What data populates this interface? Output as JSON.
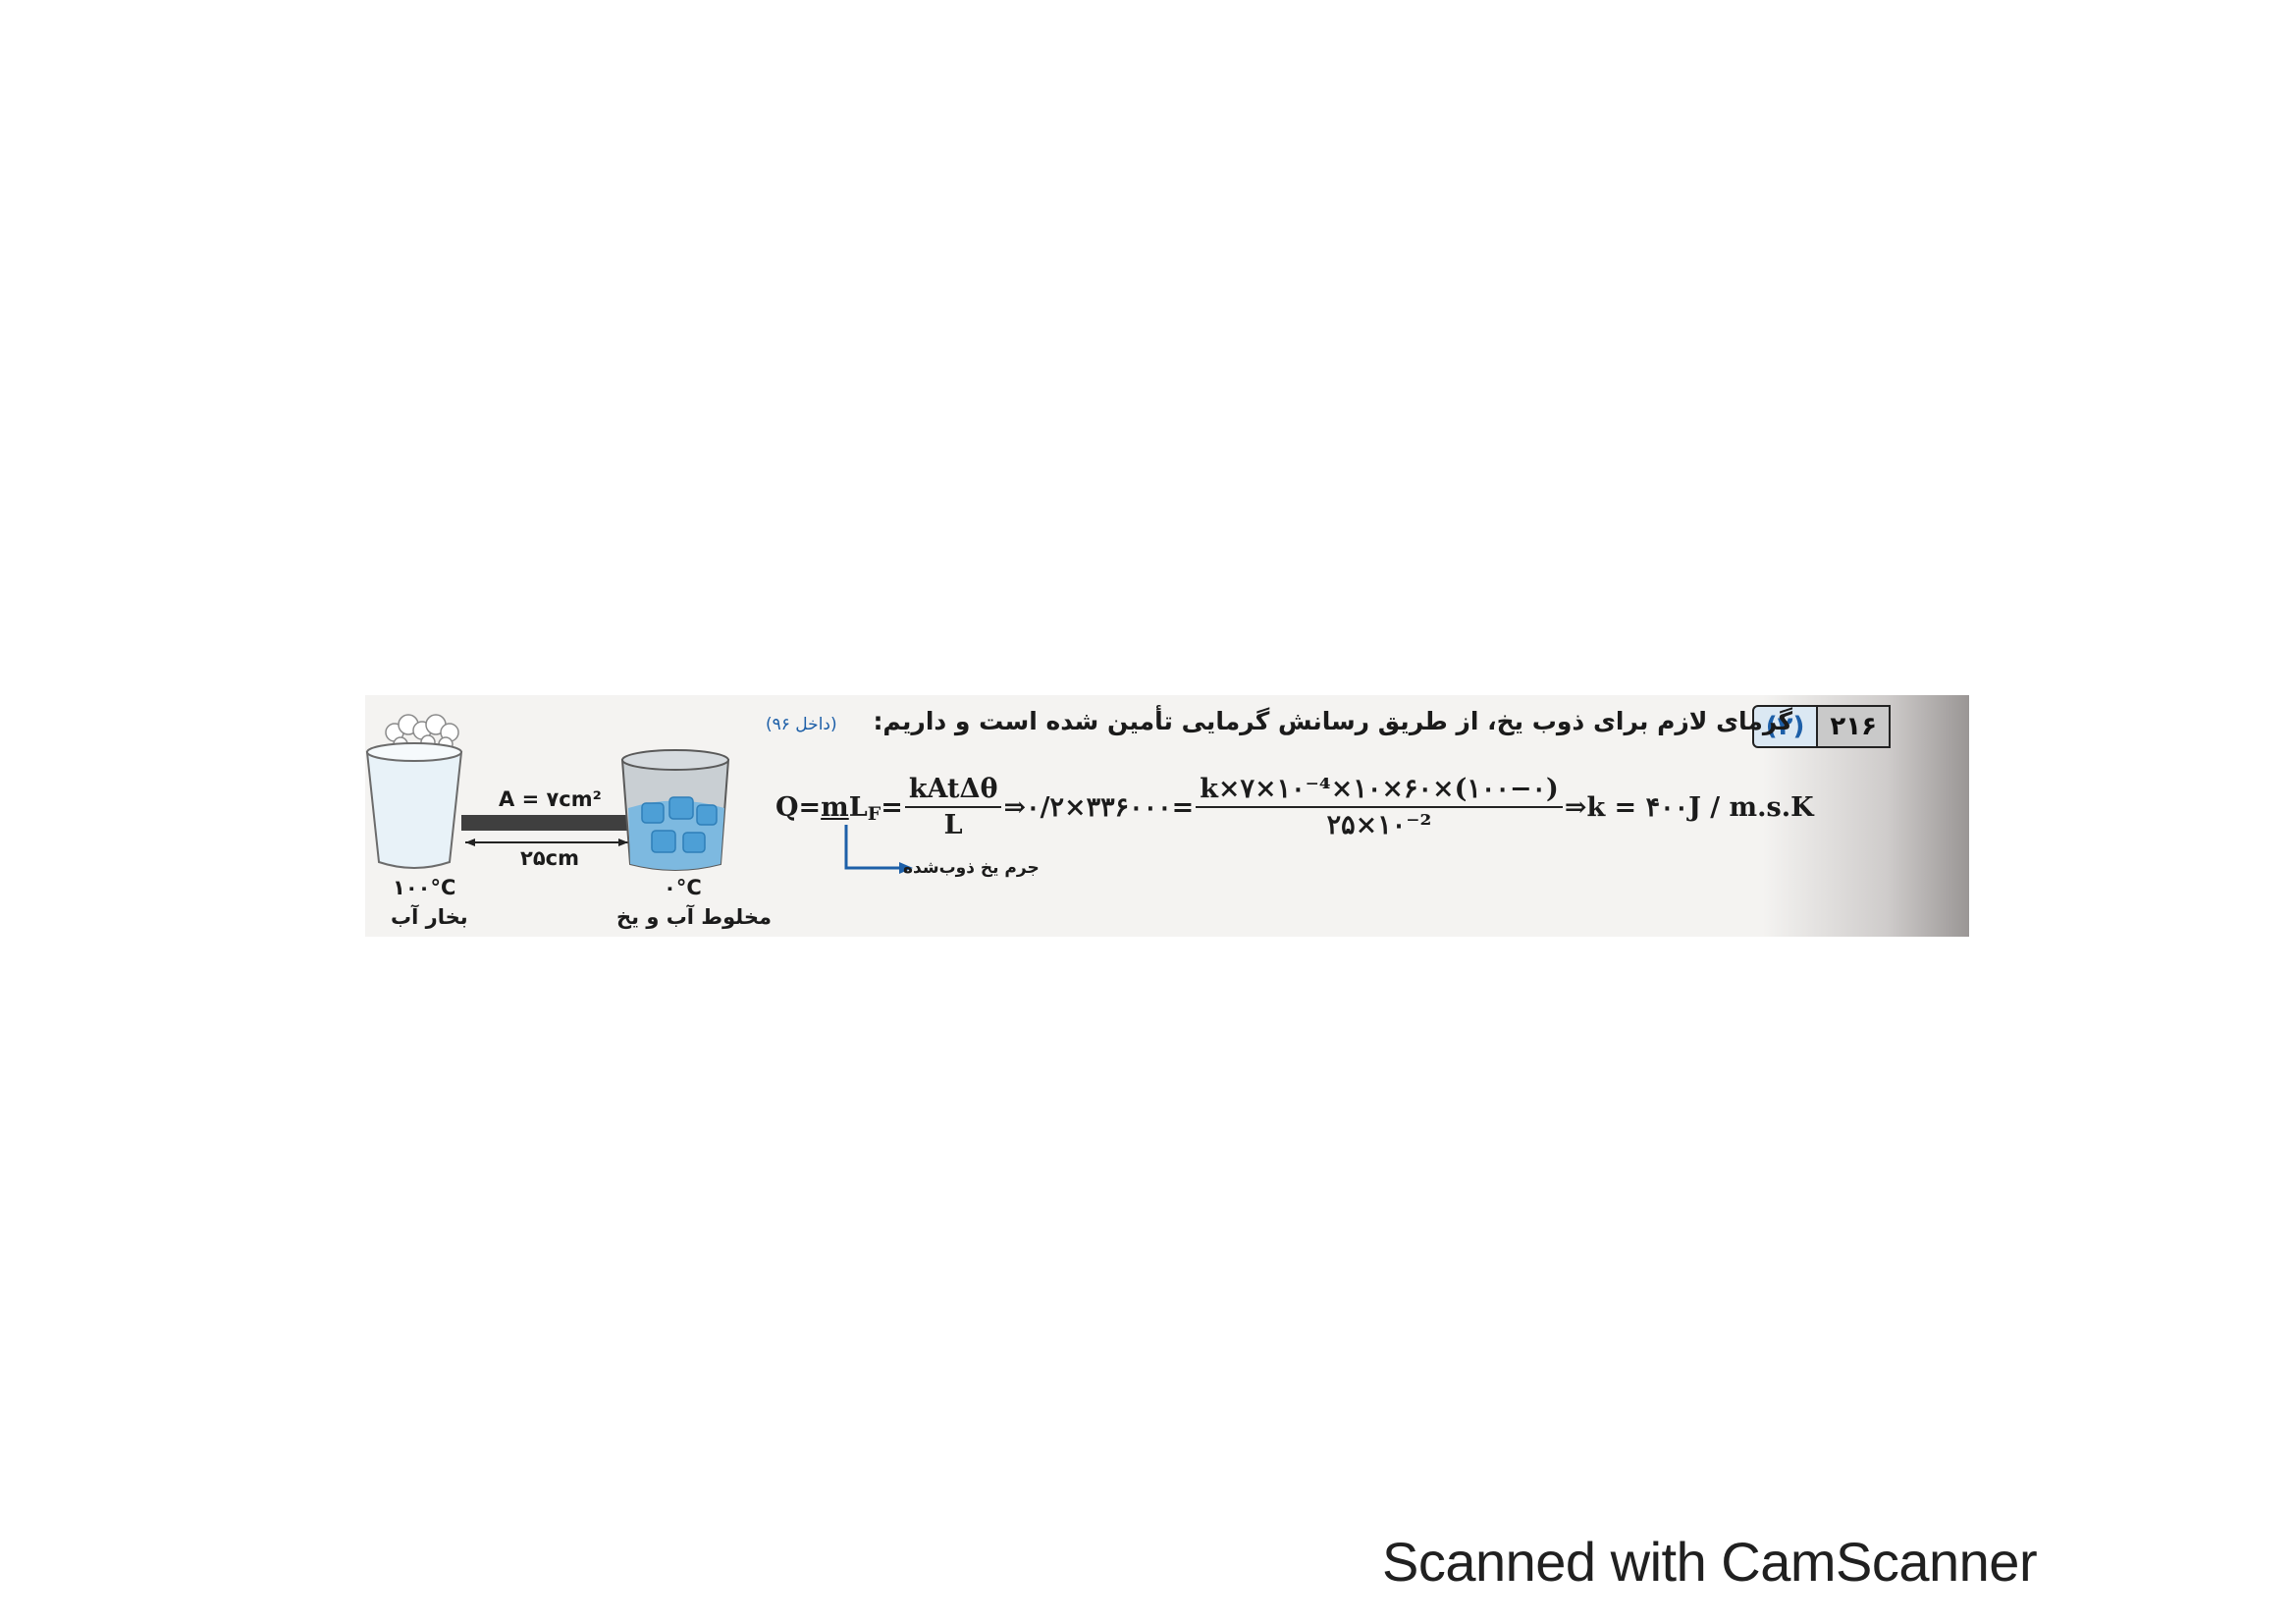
{
  "problem": {
    "number": "۲۱۶",
    "answer": "(۲)",
    "statement": "گرمای لازم برای ذوب یخ، از طریق رسانش گرمایی تأمین شده است و داریم:",
    "source": "(داخل ۹۶)",
    "equation": {
      "start_q": "Q=",
      "m": "m",
      "lf": "L",
      "lf_sub": "F",
      "eq_sign": "=",
      "frac1_num": "kAtΔθ",
      "frac1_den": "L",
      "mid": "⇒۰/۲×۳۳۶۰۰۰=",
      "frac2_num": "k×۷×۱۰⁻⁴×۱۰×۶۰×(۱۰۰−۰)",
      "frac2_den": "۲۵×۱۰⁻²",
      "result": "⇒k = ۴۰۰J / m.s.K"
    },
    "arrow_label": "جرم یخ ذوب‌شده"
  },
  "figure": {
    "area_label": "A = ۷cm²",
    "length_label": "۲۵cm",
    "hot_temp": "۱۰۰°C",
    "hot_label": "بخار آب",
    "cold_temp": "۰°C",
    "cold_label": "مخلوط آب و یخ"
  },
  "watermark": "Scanned with CamScanner"
}
